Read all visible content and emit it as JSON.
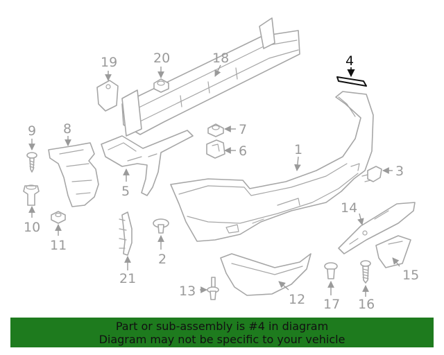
{
  "diagram": {
    "callouts": {
      "c1": "1",
      "c2": "2",
      "c3": "3",
      "c4": "4",
      "c5": "5",
      "c6": "6",
      "c7": "7",
      "c8": "8",
      "c9": "9",
      "c10": "10",
      "c11": "11",
      "c12": "12",
      "c13": "13",
      "c14": "14",
      "c15": "15",
      "c16": "16",
      "c17": "17",
      "c18": "18",
      "c19": "19",
      "c20": "20",
      "c21": "21"
    },
    "selected_callout": "4",
    "colors": {
      "line": "#a6a6a6",
      "selected": "#111111",
      "banner": "#1e7b1e"
    }
  },
  "banner": {
    "line1": "Part or sub-assembly is #4 in diagram",
    "line2": "Diagram may not be specific to your vehicle"
  }
}
